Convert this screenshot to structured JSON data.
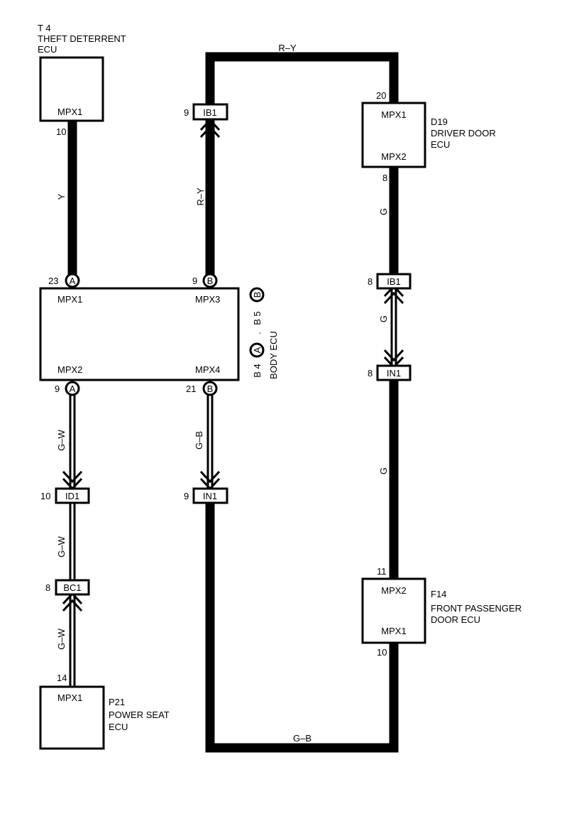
{
  "components": {
    "theft_deterrent": {
      "code": "T 4",
      "name_line1": "THEFT DETERRENT",
      "name_line2": "ECU",
      "port": "MPX1"
    },
    "driver_door": {
      "code": "D19",
      "name_line1": "DRIVER DOOR",
      "name_line2": "ECU",
      "port_top": "MPX1",
      "port_bottom": "MPX2"
    },
    "front_passenger_door": {
      "code": "F14",
      "name_line1": "FRONT PASSENGER",
      "name_line2": "DOOR ECU",
      "port_top": "MPX2",
      "port_bottom": "MPX1"
    },
    "power_seat": {
      "code": "P21",
      "name_line1": "POWER SEAT",
      "name_line2": "ECU",
      "port": "MPX1"
    },
    "body_ecu": {
      "label": "BODY ECU",
      "code_a": "B 4",
      "code_sep": ".",
      "code_b": "B 5",
      "ports": {
        "mpx1": "MPX1",
        "mpx2": "MPX2",
        "mpx3": "MPX3",
        "mpx4": "MPX4"
      }
    }
  },
  "connector_letters": {
    "a": "A",
    "b": "B"
  },
  "connectors": {
    "ib1_top": {
      "label": "IB1",
      "pin": "9"
    },
    "ib1_right": {
      "label": "IB1",
      "pin": "8"
    },
    "in1_right": {
      "label": "IN1",
      "pin": "8"
    },
    "in1_left": {
      "label": "IN1",
      "pin": "9"
    },
    "id1": {
      "label": "ID1",
      "pin": "10"
    },
    "bc1": {
      "label": "BC1",
      "pin": "8"
    }
  },
  "pins": {
    "t4_mpx1": "10",
    "body_mpx1": "23",
    "body_mpx3": "9",
    "body_mpx2": "9",
    "body_mpx4": "21",
    "d19_mpx1": "20",
    "d19_mpx2": "8",
    "f14_mpx2": "11",
    "f14_mpx1": "10",
    "p21_mpx1": "14"
  },
  "wire_colors": {
    "t4_to_body": "Y",
    "ib1_to_body": "R–Y",
    "top_loop": "R–Y",
    "d19_to_ib1": "G",
    "ib1_to_in1": "G",
    "in1_to_f14": "G",
    "body_to_id1": "G–W",
    "id1_to_bc1": "G–W",
    "bc1_to_p21": "G–W",
    "body_to_in1": "G–B",
    "bottom_loop": "G–B"
  }
}
